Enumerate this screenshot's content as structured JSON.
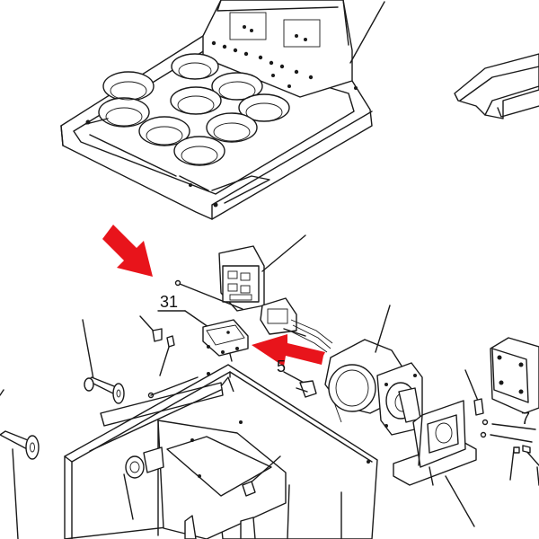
{
  "labels": {
    "part_31": "31",
    "part_5": "5",
    "part_7": "7"
  },
  "colors": {
    "arrow": "#e8141b",
    "line": "#1a1a1a",
    "background": "#ffffff"
  }
}
